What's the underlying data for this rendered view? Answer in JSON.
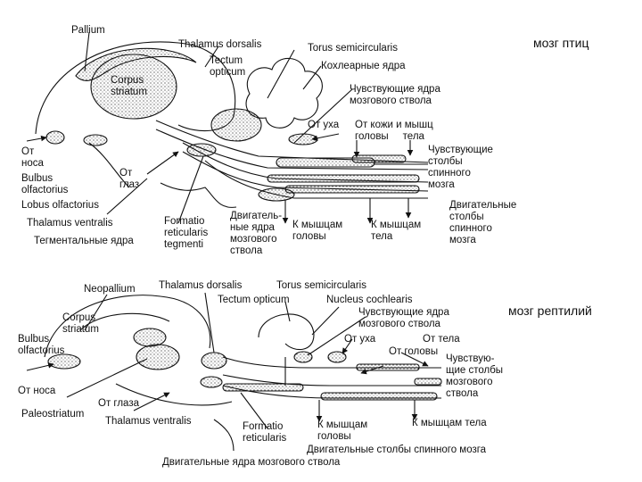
{
  "captions": {
    "birds": "мозг птиц",
    "reptiles": "мозг рептилий"
  },
  "birds": {
    "pallium": "Pallium",
    "thalamus_dorsalis": "Thalamus dorsalis",
    "torus_semicircularis": "Torus semicircularis",
    "tectum_opticum": "Tectum\nopticum",
    "corpus_striatum": "Corpus\nstriatum",
    "cochlear_nuclei": "Кохлеарные ядра",
    "sensory_nuclei_brainstem": "Чувствующие ядра\nмозгового ствола",
    "from_ear": "От уха",
    "from_skin_muscles": "От кожи и мышц\nголовы     тела",
    "sensory_columns_spinal": "Чувствующие\nстолбы\nспинного\nмозга",
    "from_nose": "От\nноса",
    "bulbus_olfactorius": "Bulbus\nolfactorius",
    "from_eye": "От\nглаз",
    "lobus_olfactorius": "Lobus olfactorius",
    "thalamus_ventralis": "Thalamus ventralis",
    "tegmental_nuclei": "Тегментальные ядра",
    "formatio_reticularis": "Formatio\nreticularis\ntegmenti",
    "motor_nuclei_brainstem": "Двигатель-\nные ядра\nмозгового\nствола",
    "to_head_muscles": "К мышцам\nголовы",
    "to_body_muscles": "К мышцам\nтела",
    "motor_columns_spinal": "Двигательные\nстолбы\nспинного\nмозга"
  },
  "reptiles": {
    "neopallium": "Neopallium",
    "thalamus_dorsalis": "Thalamus dorsalis",
    "torus_semicircularis": "Torus semicircularis",
    "tectum_opticum": "Tectum opticum",
    "nucleus_cochlearis": "Nucleus cochlearis",
    "sensory_nuclei_brainstem": "Чувствующие ядра\nмозгового ствола",
    "corpus_striatum": "Corpus\nstriatum",
    "bulbus_olfactorius": "Bulbus\nolfactorius",
    "from_ear": "От уха",
    "from_body": "От тела",
    "from_head": "От головы",
    "sensory_columns_brainstem": "Чувствую-\nщие столбы\nмозгового\nствола",
    "from_nose": "От носа",
    "from_eye": "От глаза",
    "paleostriatum": "Paleostriatum",
    "thalamus_ventralis": "Thalamus ventralis",
    "formatio_reticularis": "Formatio\nreticularis",
    "to_head_muscles": "К мышцам\nголовы",
    "to_body_muscles": "К мышцам тела",
    "motor_columns_spinal": "Двигательные столбы спинного мозга",
    "motor_nuclei_brainstem": "Двигательные ядра мозгового ствола"
  }
}
